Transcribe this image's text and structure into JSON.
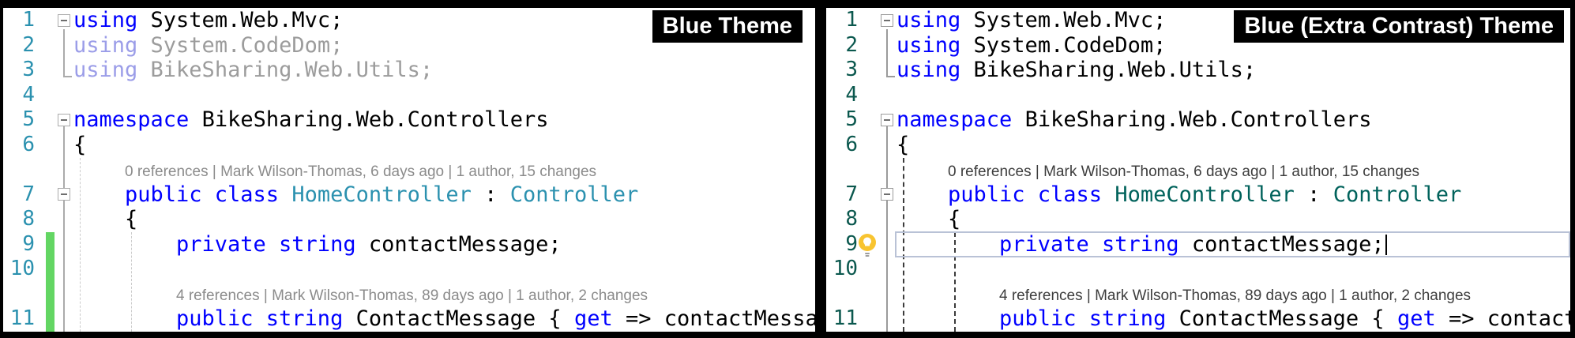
{
  "panels": [
    {
      "badge": "Blue Theme",
      "palette": {
        "lineNumber": "#2B91AF",
        "keyword": "#0000FF",
        "keywordFaded": "#9B9DE8",
        "text": "#000000",
        "textFaded": "#9C9C9C",
        "type": "#2B91AF",
        "lens": "#8B8B8B",
        "changeBar": "#63D663",
        "scope": "#ABABAB",
        "guide": "#CBCBCB"
      },
      "lines": [
        {
          "n": "1",
          "fold": "collapse",
          "indent": 0,
          "segs": [
            [
              "using",
              "kw"
            ],
            [
              " System.Web.Mvc;",
              "tx"
            ]
          ]
        },
        {
          "n": "2",
          "indent": 0,
          "segs": [
            [
              "using",
              "kwf"
            ],
            [
              " System.CodeDom;",
              "txf"
            ]
          ]
        },
        {
          "n": "3",
          "indent": 0,
          "segs": [
            [
              "using",
              "kwf"
            ],
            [
              " BikeSharing.Web.Utils;",
              "txf"
            ]
          ]
        },
        {
          "n": "4",
          "indent": 0,
          "segs": []
        },
        {
          "n": "5",
          "fold": "collapse",
          "indent": 0,
          "segs": [
            [
              "namespace",
              "kw"
            ],
            [
              " BikeSharing.Web.Controllers",
              "tx"
            ]
          ]
        },
        {
          "n": "6",
          "indent": 0,
          "segs": [
            [
              "{",
              "tx"
            ]
          ]
        },
        {
          "n": "",
          "lens": "0 references | Mark Wilson-Thomas, 6 days ago | 1 author, 15 changes",
          "indent": 1
        },
        {
          "n": "7",
          "fold": "collapse",
          "indent": 1,
          "segs": [
            [
              "public class",
              "kw"
            ],
            [
              " ",
              "tx"
            ],
            [
              "HomeController",
              "ty"
            ],
            [
              " : ",
              "tx"
            ],
            [
              "Controller",
              "ty"
            ]
          ]
        },
        {
          "n": "8",
          "indent": 1,
          "segs": [
            [
              "{",
              "tx"
            ]
          ]
        },
        {
          "n": "9",
          "indent": 2,
          "changed": true,
          "segs": [
            [
              "private string",
              "kw"
            ],
            [
              " contactMessage;",
              "tx"
            ]
          ]
        },
        {
          "n": "10",
          "indent": 0,
          "changed": true,
          "segs": []
        },
        {
          "n": "",
          "lens": "4 references | Mark Wilson-Thomas, 89 days ago | 1 author, 2 changes",
          "indent": 2,
          "changed": true
        },
        {
          "n": "11",
          "indent": 2,
          "changed": true,
          "segs": [
            [
              "public string",
              "kw"
            ],
            [
              " ContactMessage { ",
              "tx"
            ],
            [
              "get",
              "kw"
            ],
            [
              " => contactMessage",
              "tx"
            ]
          ]
        }
      ]
    },
    {
      "badge": "Blue (Extra Contrast) Theme",
      "palette": {
        "lineNumber": "#0B584E",
        "keyword": "#0000FF",
        "keywordFaded": "#0000FF",
        "text": "#000000",
        "textFaded": "#000000",
        "type": "#00625B",
        "lens": "#3D3D3D",
        "changeBar": "#63D663",
        "scope": "#9B9B9B",
        "guide": "#3B3B3B"
      },
      "lines": [
        {
          "n": "1",
          "fold": "collapse",
          "indent": 0,
          "segs": [
            [
              "using",
              "kw"
            ],
            [
              " System.Web.Mvc;",
              "tx"
            ]
          ]
        },
        {
          "n": "2",
          "indent": 0,
          "segs": [
            [
              "using",
              "kw"
            ],
            [
              " System.CodeDom;",
              "tx"
            ]
          ]
        },
        {
          "n": "3",
          "indent": 0,
          "segs": [
            [
              "using",
              "kw"
            ],
            [
              " BikeSharing.Web.Utils;",
              "tx"
            ]
          ]
        },
        {
          "n": "4",
          "indent": 0,
          "segs": []
        },
        {
          "n": "5",
          "fold": "collapse",
          "indent": 0,
          "segs": [
            [
              "namespace",
              "kw"
            ],
            [
              " BikeSharing.Web.Controllers",
              "tx"
            ]
          ]
        },
        {
          "n": "6",
          "indent": 0,
          "segs": [
            [
              "{",
              "tx"
            ]
          ]
        },
        {
          "n": "",
          "lens": "0 references | Mark Wilson-Thomas, 6 days ago | 1 author, 15 changes",
          "indent": 1
        },
        {
          "n": "7",
          "fold": "collapse",
          "indent": 1,
          "segs": [
            [
              "public class",
              "kw"
            ],
            [
              " ",
              "tx"
            ],
            [
              "HomeController",
              "ty"
            ],
            [
              " : ",
              "tx"
            ],
            [
              "Controller",
              "ty"
            ]
          ]
        },
        {
          "n": "8",
          "indent": 1,
          "segs": [
            [
              "{",
              "tx"
            ]
          ]
        },
        {
          "n": "9",
          "indent": 2,
          "caret": true,
          "segs": [
            [
              "private string",
              "kw"
            ],
            [
              " contactMessage;",
              "tx"
            ]
          ]
        },
        {
          "n": "10",
          "indent": 0,
          "segs": []
        },
        {
          "n": "",
          "lens": "4 references | Mark Wilson-Thomas, 89 days ago | 1 author, 2 changes",
          "indent": 2
        },
        {
          "n": "11",
          "indent": 2,
          "segs": [
            [
              "public string",
              "kw"
            ],
            [
              " ContactMessage { ",
              "tx"
            ],
            [
              "get",
              "kw"
            ],
            [
              " => contactMessage",
              "tx"
            ]
          ]
        }
      ]
    }
  ]
}
